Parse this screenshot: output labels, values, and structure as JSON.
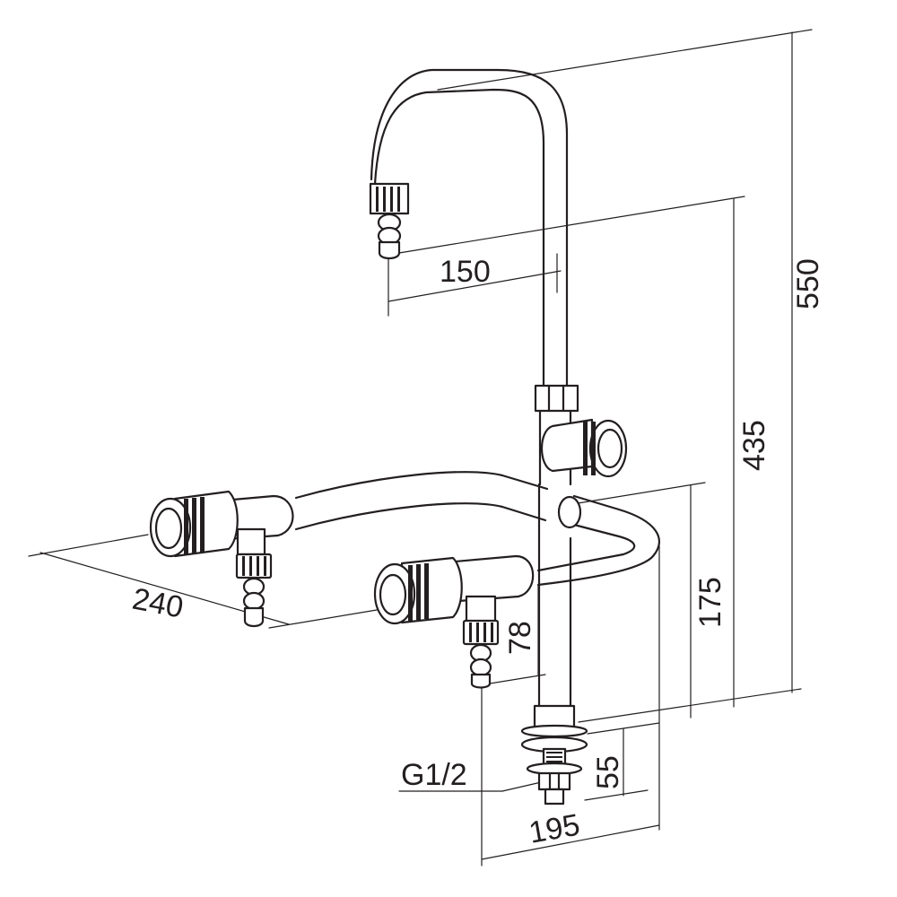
{
  "drawing": {
    "dimensions": {
      "d150": "150",
      "d550": "550",
      "d435": "435",
      "d175": "175",
      "d240": "240",
      "d78": "78",
      "d55": "55",
      "d195": "195",
      "thread": "G1/2"
    }
  }
}
